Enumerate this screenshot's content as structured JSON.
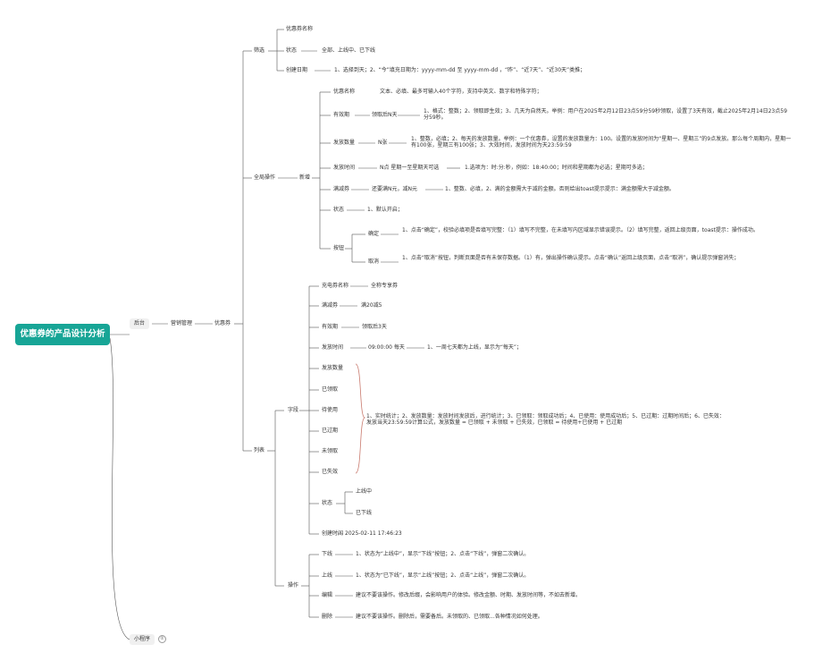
{
  "mindmap": {
    "root": "优惠券的产品设计分析",
    "backend": "后台",
    "miniprogram": "小程序",
    "miniprogram_collapsed": "②",
    "marketing": "营销管理",
    "coupon": "优惠券",
    "filter": {
      "label": "筛选",
      "name": "优惠券名称",
      "status": "状态",
      "status_values": "全部、上线中、已下线",
      "created": "创建日期",
      "created_desc": "1、选择到天；2、“今”填充日期为：yyyy-mm-dd 至 yyyy-mm-dd ，“昨”、“近7天”、“近30天”类推；"
    },
    "global": {
      "label": "全局操作",
      "add": "新增",
      "name": "优惠名称",
      "name_desc": "文本、必填、最多可输入40个字符，支持中英文、数字和特殊字符；",
      "validity": "有效期",
      "validity_mid": "领取后N天",
      "validity_desc": "1、格式：整数；2、领取即生效；3、几天为自然天。举例：用户在2025年2月12日23点59分59秒领取，设置了3天有效，截止2025年2月14日23点59分59秒。",
      "count": "发放数量",
      "count_mid": "N张",
      "count_desc": "1、整数，必填；2、每天的发放数量。举例：一个优惠券，设置的发放数量为：100。设置的发放时间为“星期一、星期三”的9点发放。那么每个周期内，星期一有100张，星期三有100张；3、大效时间，发放时间为天23:59:59",
      "time": "发放时间",
      "time_mid": "N点 星期一至星期天可选",
      "time_desc": "1.选项为：时:分:秒，例如：18:40:00；时间和星期都为必选；星期可多选；",
      "threshold": "满减券",
      "threshold_mid": "还要满N元，减N元",
      "threshold_desc": "1、整数、必填，2、满的金额需大于减的金额。否则给出toast提示提示：满金额需大于减金额。",
      "status": "状态",
      "status_desc": "1、默认开启；",
      "buttons": "按钮",
      "confirm": "确定",
      "confirm_desc": "1、点击“确定”，校验必填项是否填写完整：（1）填写不完整，在未填写内区域显示错误提示。（2）填写完整，返回上级页面，toast提示：操作成功。",
      "cancel": "取消",
      "cancel_desc": "1、点击“取消”按钮，判断页面是否有未保存数据。（1）有，弹出操作确认提示。点击“确认”返回上级页面，点击“取消”，确认提示弹窗消失；"
    },
    "list": {
      "label": "列表",
      "name": "充电券名称",
      "name_val": "全称专享券",
      "threshold": "满减券",
      "threshold_val": "满20减5",
      "validity": "有效期",
      "validity_val": "领取后3天",
      "time": "发放时间",
      "time_val": "09:00:00 每天",
      "time_desc": "1、一周七天都为上线，显示为“每天”；",
      "fields": "字段",
      "stat_items": [
        "发放数量",
        "已领取",
        "待使用",
        "已过期",
        "未领取",
        "已失效"
      ],
      "stat_desc": "1、实时统计；2、发放数量：发放时间发放后，进行统计；3、已领取：领取成功后；4、已使用：使用成功后；5、已过期：过期时间后；6、已失效：发放当天23:59:59计算公式，发放数量 = 已领取 + 未领取 + 已失效，已领取 = 待使用+已使用 + 已过期",
      "status": "状态",
      "online": "上线中",
      "offline": "已下线",
      "created": "创建时间",
      "created_val": "2025-02-11 17:46:23",
      "ops": "操作",
      "offline_btn": "下线",
      "offline_desc": "1、状态为“上线中”，显示“下线”按钮；2、点击“下线”，弹窗二次确认。",
      "online_btn": "上线",
      "online_desc": "1、状态为“已下线”，显示“上线”按钮；2、点击“上线”，弹窗二次确认。",
      "edit": "编辑",
      "edit_desc": "建议不要该操作。修改后缀，会影响用户的体验。修改金额、时期、发放时间等，不如去新增。",
      "delete": "删除",
      "delete_desc": "建议不要该操作。删除后，需要备后。未领取的、已领取...各种情况如何处理。"
    }
  }
}
